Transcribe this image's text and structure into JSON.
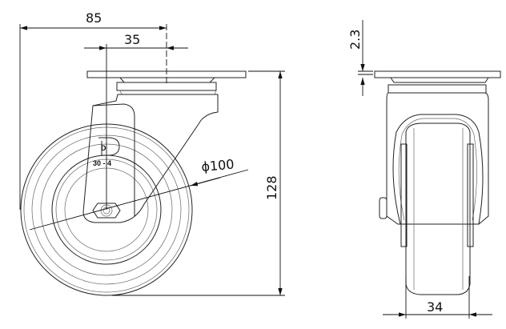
{
  "dimensions": {
    "overall_offset": "85",
    "swivel_offset": "35",
    "wheel_diameter": "ϕ100",
    "total_height": "128",
    "plate_thickness": "2.3",
    "wheel_width": "34"
  },
  "marking": {
    "logo_letter": "D",
    "code": "30 - 4"
  },
  "colors": {
    "line": "#222222",
    "background": "#ffffff"
  }
}
